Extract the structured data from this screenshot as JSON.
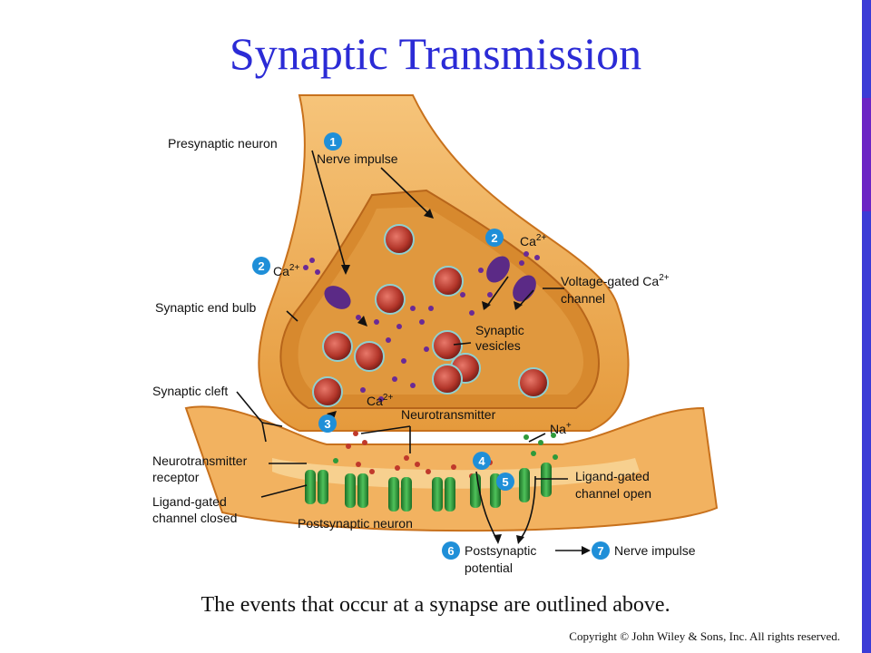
{
  "title": "Synaptic Transmission",
  "caption": "The events that occur at a synapse are outlined above.",
  "copyright": "Copyright © John Wiley & Sons, Inc. All rights reserved.",
  "labels": {
    "presynaptic_neuron": "Presynaptic neuron",
    "nerve_impulse": "Nerve impulse",
    "ca_left": "Ca",
    "ca_right": "Ca",
    "ca_lower": "Ca",
    "ca_sup": "2+",
    "synaptic_end_bulb": "Synaptic end bulb",
    "voltage_gated_1": "Voltage-gated Ca",
    "voltage_gated_sup": "2+",
    "voltage_gated_2": "channel",
    "synaptic_vesicles_1": "Synaptic",
    "synaptic_vesicles_2": "vesicles",
    "synaptic_cleft": "Synaptic cleft",
    "neurotransmitter": "Neurotransmitter",
    "na": "Na",
    "na_sup": "+",
    "nt_receptor_1": "Neurotransmitter",
    "nt_receptor_2": "receptor",
    "ligand_closed_1": "Ligand-gated",
    "ligand_closed_2": "channel closed",
    "ligand_open_1": "Ligand-gated",
    "ligand_open_2": "channel open",
    "postsynaptic_neuron": "Postsynaptic neuron",
    "postsynaptic_potential_1": "Postsynaptic",
    "postsynaptic_potential_2": "potential",
    "nerve_impulse_2": "Nerve impulse"
  },
  "steps": [
    "1",
    "2",
    "2",
    "3",
    "4",
    "5",
    "6",
    "7"
  ],
  "colors": {
    "title": "#2b2bd6",
    "step_badge": "#1f8fd8",
    "neuron_orange": "#f0a94a",
    "neuron_inner": "#c8711c",
    "vesicle": "#c0392b",
    "channel_purple": "#5b2a86",
    "receptor_green": "#2e9a3a"
  }
}
